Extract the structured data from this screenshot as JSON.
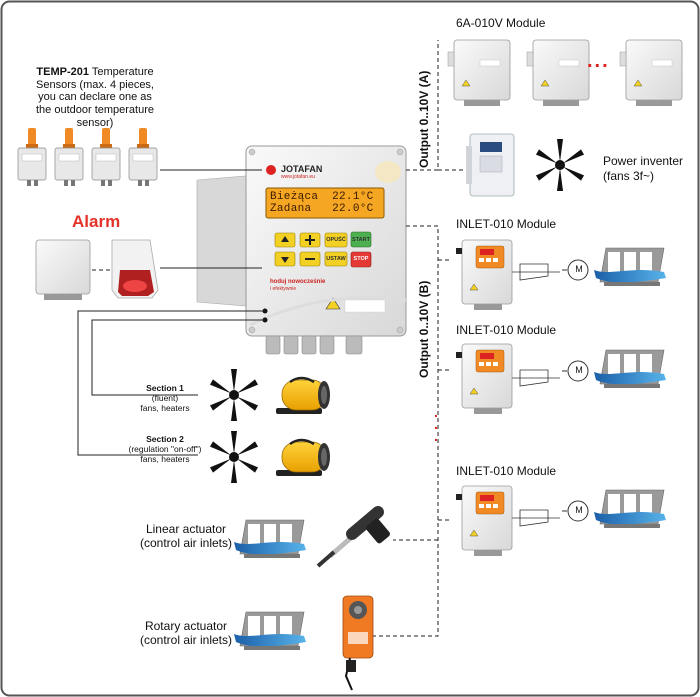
{
  "controller": {
    "brand": "JOTAFAN",
    "website": "www.jotafan.eu",
    "lcd_line1": "Bieżąca  22.1°C",
    "lcd_line2": "Zadana   22.0°C",
    "btn_opusc": "OPUŚĆ",
    "btn_start": "START",
    "btn_ustaw": "USTAW",
    "btn_stop": "STOP",
    "slogan1": "hoduj nowocześnie",
    "slogan2": "i efektywnie"
  },
  "sensors": {
    "name": "TEMP-201",
    "desc_line1": " Temperature",
    "desc_line2": "Sensors (max. 4 pieces,",
    "desc_line3": "you can declare one as",
    "desc_line4": "the outdoor temperature",
    "desc_line5": "sensor)"
  },
  "alarm": {
    "label": "Alarm"
  },
  "sections": {
    "s1_title": "Section 1",
    "s1_sub": "(fluent)",
    "s1_desc": "fans, heaters",
    "s2_title": "Section 2",
    "s2_sub": "(regulation \"on-off\")",
    "s2_desc": "fans, heaters"
  },
  "actuators": {
    "linear_line1": "Linear actuator",
    "linear_line2": "(control air inlets)",
    "rotary_line1": "Rotary actuator",
    "rotary_line2": "(control air inlets)"
  },
  "outputs": {
    "a": "Output 0..10V (A)",
    "b": "Output 0..10V (B)"
  },
  "modules": {
    "module_6a": "6A-010V Module",
    "inverter_line1": "Power inventer",
    "inverter_line2": "(fans 3f~)",
    "inlet1": "INLET-010 Module",
    "inlet2": "INLET-010 Module",
    "inlet3": "INLET-010 Module",
    "motor_symbol": "M",
    "dots_h": "...",
    "dots_v": ". . ."
  },
  "colors": {
    "frame": "#555555",
    "alarm_red": "#e4332b",
    "lcd_orange": "#f5a623",
    "key_yellow": "#f2d024",
    "sensor_orange": "#f08a24",
    "inlet_blue": "#2a7fc9"
  }
}
